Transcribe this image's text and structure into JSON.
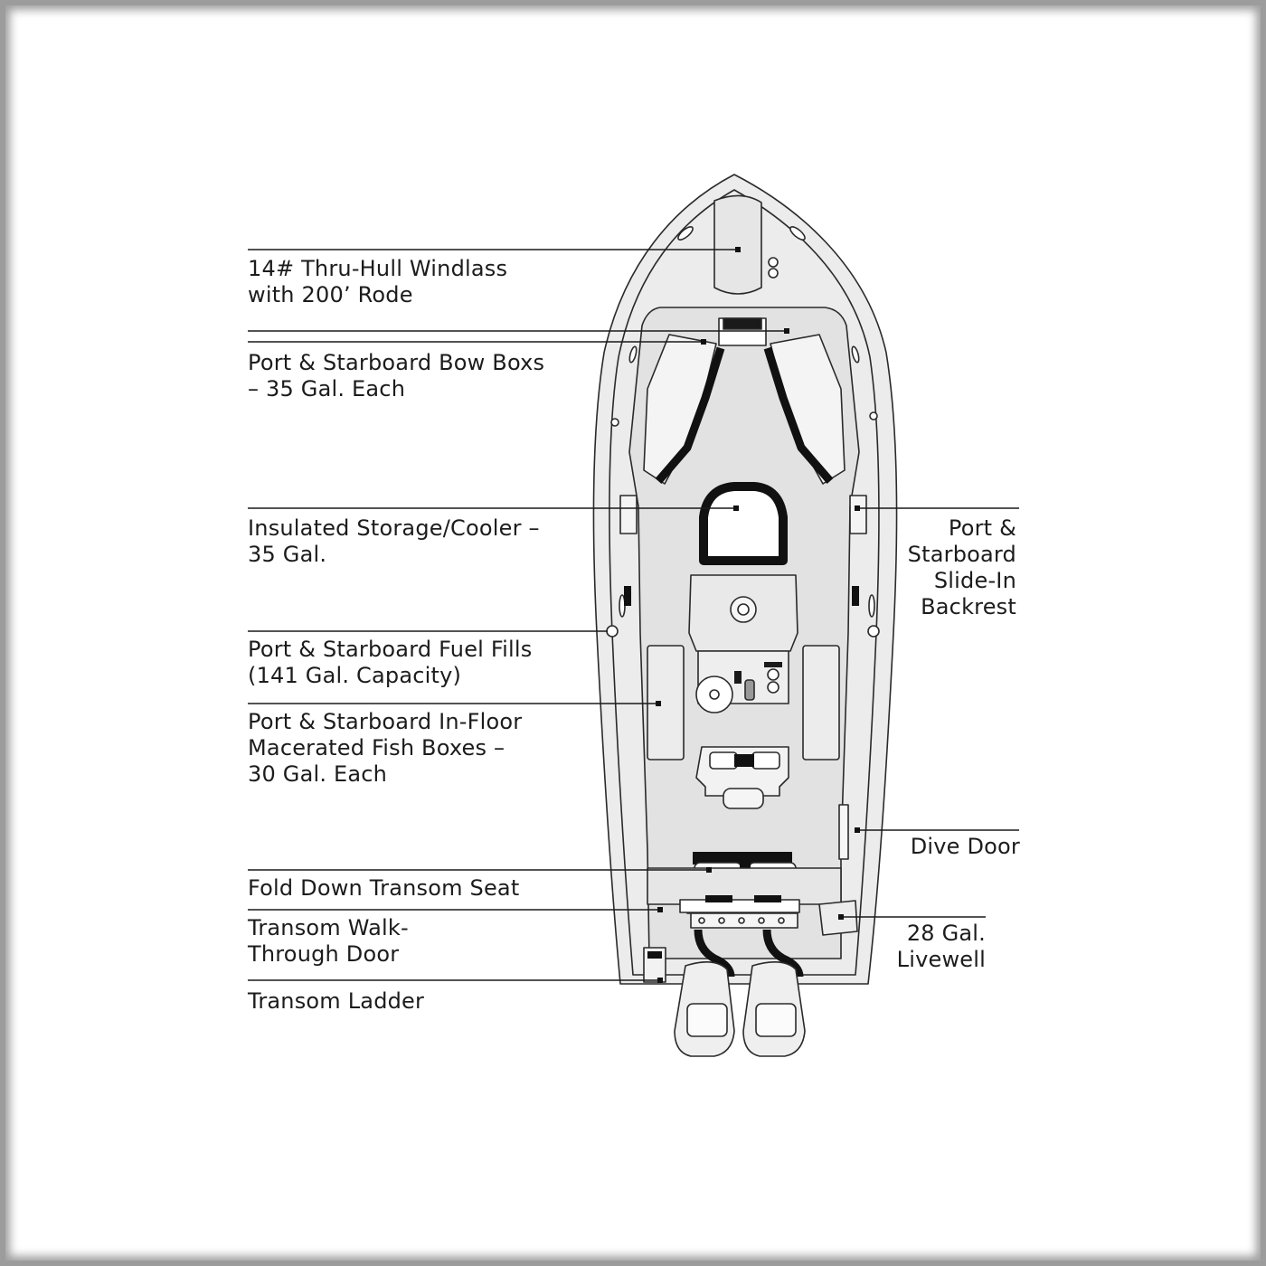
{
  "labels": {
    "windlass": "14# Thru-Hull Windlass\nwith 200’ Rode",
    "bow_boxes": "Port & Starboard Bow Boxs\n– 35 Gal. Each",
    "cooler": "Insulated Storage/Cooler –\n35 Gal.",
    "fuel_fills": "Port & Starboard Fuel Fills\n(141 Gal. Capacity)",
    "fish_boxes": "Port & Starboard In-Floor\nMacerated Fish Boxes –\n30 Gal. Each",
    "transom_seat": "Fold Down Transom Seat",
    "walk_through": "Transom Walk-\nThrough Door",
    "ladder": "Transom Ladder",
    "backrest": "Port &\nStarboard\nSlide-In\nBackrest",
    "dive_door": "Dive Door",
    "livewell": "28 Gal.\nLivewell"
  },
  "colors": {
    "hull_fill": "#ececec",
    "deck_fill": "#e2e2e2",
    "outline": "#2a2a2a",
    "line": "#1a1a1a",
    "frame": "#9c9c9c"
  }
}
